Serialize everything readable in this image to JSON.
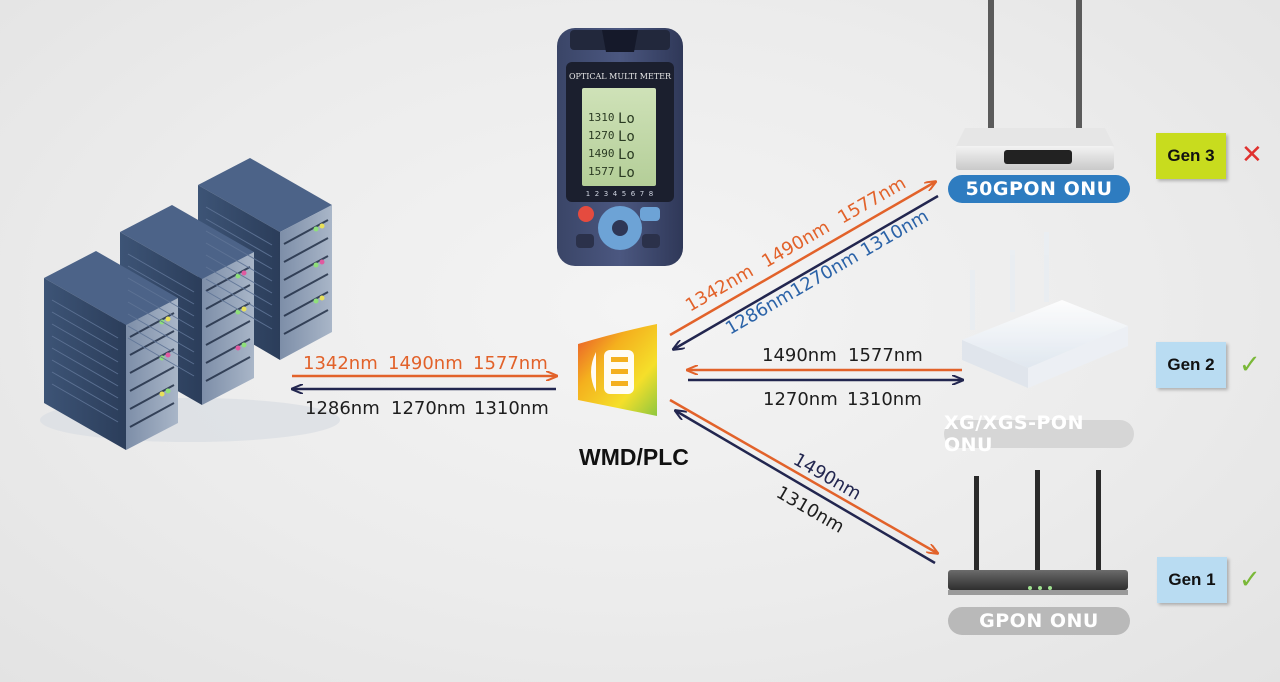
{
  "meter": {
    "brand_label": "OPTICAL MULTI METER",
    "readings": [
      "1310",
      "1270",
      "1490",
      "1577"
    ],
    "values": [
      "Lo",
      "Lo",
      "Lo",
      "Lo"
    ],
    "channels": [
      "1",
      "2",
      "3",
      "4",
      "5",
      "6",
      "7",
      "8"
    ]
  },
  "wmd": {
    "label": "WMD/PLC"
  },
  "olt_link": {
    "downstream": [
      "1342nm",
      "1490nm",
      "1577nm"
    ],
    "upstream": [
      "1286nm",
      "1270nm",
      "1310nm"
    ]
  },
  "gen3_link": {
    "downstream": [
      "1342nm",
      "1490nm",
      "1577nm"
    ],
    "upstream": [
      "1286nm",
      "1270nm",
      "1310nm"
    ]
  },
  "gen2_link": {
    "downstream": [
      "1490nm",
      "1577nm"
    ],
    "upstream": [
      "1270nm",
      "1310nm"
    ]
  },
  "gen1_link": {
    "downstream": [
      "1490nm"
    ],
    "upstream": [
      "1310nm"
    ]
  },
  "onus": [
    {
      "name": "50GPON ONU",
      "gen": "Gen 3",
      "status": "✕",
      "status_color": "#e0312f",
      "gen_color": "#c8dc1e",
      "pill_bg": "#2e7cc0",
      "pill_fg": "#ffffff"
    },
    {
      "name": "XG/XGS-PON ONU",
      "gen": "Gen 2",
      "status": "✓",
      "status_color": "#7ab838",
      "gen_color": "#b9dcf2",
      "pill_bg": "#d6d6d6",
      "pill_fg": "#ffffff"
    },
    {
      "name": "GPON ONU",
      "gen": "Gen 1",
      "status": "✓",
      "status_color": "#7ab838",
      "gen_color": "#b9dcf2",
      "pill_bg": "#b9b9b9",
      "pill_fg": "#ffffff"
    }
  ],
  "colors": {
    "downstream": "#e2622a",
    "upstream": "#22264f",
    "gen3_upstream": "#2b63a8"
  }
}
